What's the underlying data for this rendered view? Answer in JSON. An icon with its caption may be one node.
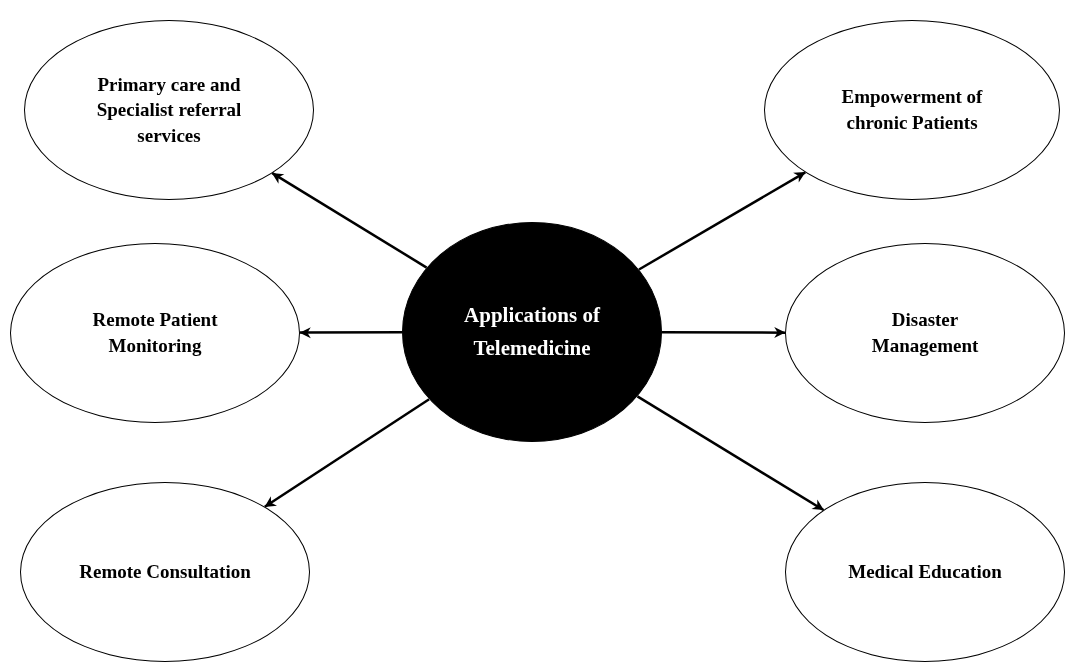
{
  "diagram": {
    "nodes": [
      {
        "text": [
          "Applications of Telemedicine"
        ]
      },
      {
        "text": [
          "Primary care and Specialist referral services"
        ]
      },
      {
        "text": [
          "Empowerment of chronic Patients"
        ]
      },
      {
        "text": [
          "Remote Patient Monitoring"
        ]
      },
      {
        "text": [
          "Disaster Management"
        ]
      },
      {
        "text": [
          "Remote Consultation"
        ]
      },
      {
        "text": [
          "Medical Education"
        ]
      }
    ],
    "edges": [
      {
        "from": 0,
        "to": 1,
        "arrow": "to"
      },
      {
        "from": 0,
        "to": 2,
        "arrow": "to"
      },
      {
        "from": 0,
        "to": 3,
        "arrow": "to"
      },
      {
        "from": 0,
        "to": 4,
        "arrow": "to"
      },
      {
        "from": 0,
        "to": 5,
        "arrow": "to"
      },
      {
        "from": 0,
        "to": 6,
        "arrow": "to"
      }
    ]
  }
}
